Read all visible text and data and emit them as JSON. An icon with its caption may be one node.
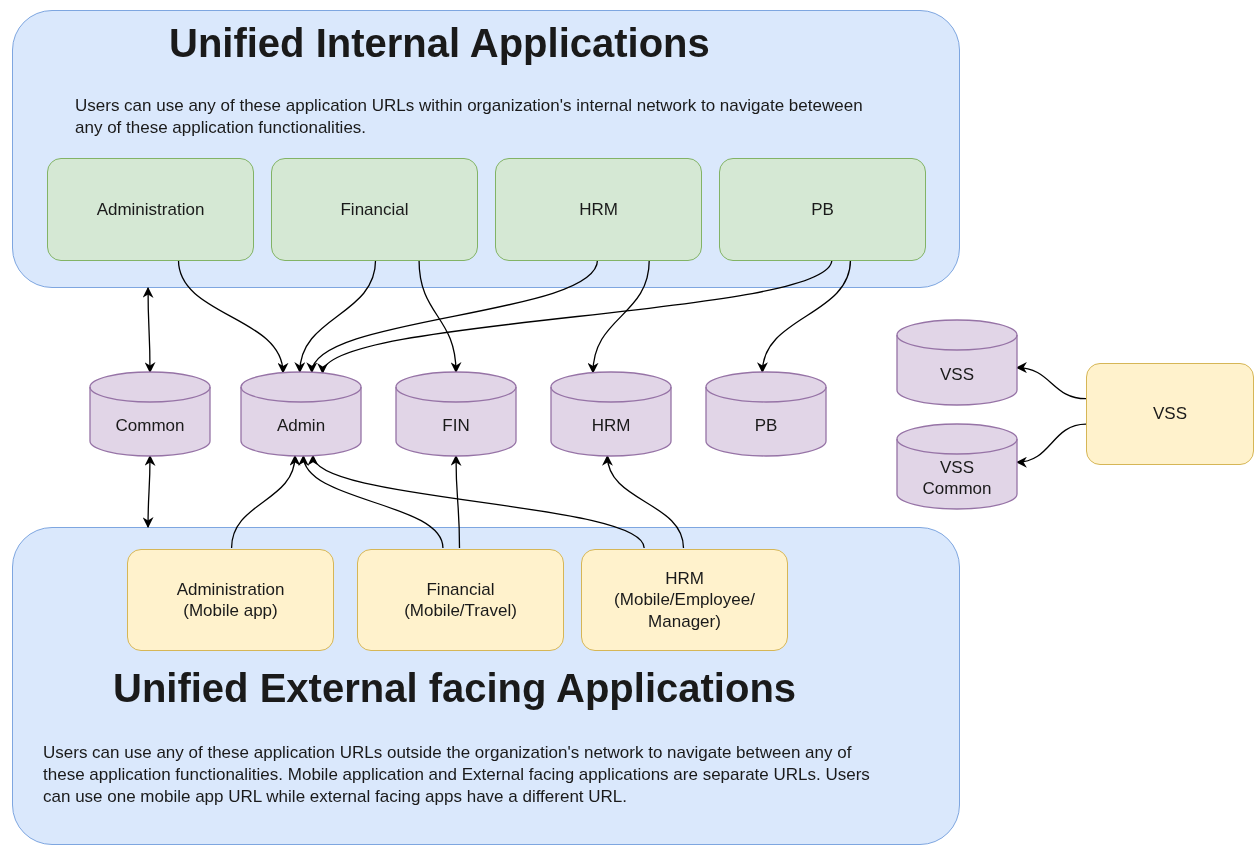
{
  "diagram": {
    "nodes": [
      {
        "text": [
          "Unified Internal Applications",
          "Users can use any of these application URLs within organization's internal network to navigate beteween any of these application functionalities."
        ]
      },
      {
        "text": [
          "Administration"
        ],
        "in": 0
      },
      {
        "text": [
          "Financial"
        ],
        "in": 0
      },
      {
        "text": [
          "HRM"
        ],
        "in": 0
      },
      {
        "text": [
          "PB"
        ],
        "in": 0
      },
      {
        "text": [
          "Common"
        ]
      },
      {
        "text": [
          "Admin"
        ]
      },
      {
        "text": [
          "FIN"
        ]
      },
      {
        "text": [
          "HRM"
        ]
      },
      {
        "text": [
          "PB"
        ]
      },
      {
        "text": [
          "VSS"
        ]
      },
      {
        "text": [
          "VSS Common"
        ]
      },
      {
        "text": [
          "VSS"
        ]
      },
      {
        "text": [
          "Unified External facing Applications",
          "Users can use any of these application URLs outside the organization's network to navigate between any of these application functionalities. Mobile application and External facing applications are separate URLs. Users can use one mobile app URL while external facing apps have a different URL."
        ]
      },
      {
        "text": [
          "Administration (Mobile app)"
        ],
        "in": 13
      },
      {
        "text": [
          "Financial (Mobile/Travel)"
        ],
        "in": 13
      },
      {
        "text": [
          "HRM (Mobile/Employee/ Manager)"
        ],
        "in": 13
      }
    ],
    "edges": [
      {
        "from": 0,
        "to": 5,
        "arrow": "both"
      },
      {
        "from": 5,
        "to": 13,
        "arrow": "both"
      },
      {
        "from": 1,
        "to": 6,
        "arrow": "to"
      },
      {
        "from": 2,
        "to": 6,
        "arrow": "to"
      },
      {
        "from": 2,
        "to": 7,
        "arrow": "to"
      },
      {
        "from": 3,
        "to": 6,
        "arrow": "to"
      },
      {
        "from": 3,
        "to": 8,
        "arrow": "to"
      },
      {
        "from": 4,
        "to": 6,
        "arrow": "to"
      },
      {
        "from": 4,
        "to": 9,
        "arrow": "to"
      },
      {
        "from": 14,
        "to": 6,
        "arrow": "to"
      },
      {
        "from": 15,
        "to": 6,
        "arrow": "to"
      },
      {
        "from": 15,
        "to": 7,
        "arrow": "to"
      },
      {
        "from": 16,
        "to": 6,
        "arrow": "to"
      },
      {
        "from": 16,
        "to": 8,
        "arrow": "to"
      },
      {
        "from": 12,
        "to": 10,
        "arrow": "to"
      },
      {
        "from": 12,
        "to": 11,
        "arrow": "to"
      }
    ]
  }
}
